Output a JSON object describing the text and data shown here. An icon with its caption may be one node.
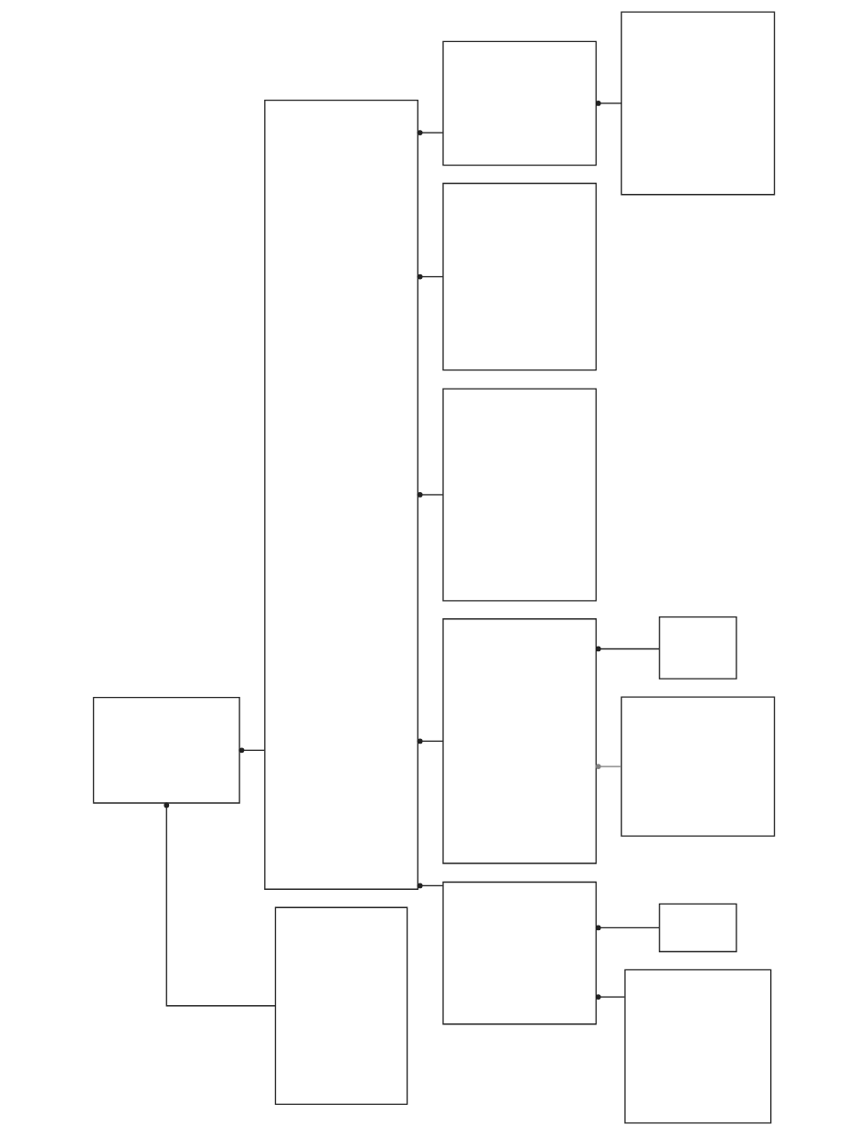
{
  "diagram": {
    "nodes": [
      {
        "text": [],
        "shape": "box"
      },
      {
        "text": [],
        "shape": "box"
      },
      {
        "text": [],
        "shape": "box"
      },
      {
        "text": [],
        "shape": "box"
      },
      {
        "text": [],
        "shape": "box"
      },
      {
        "text": [],
        "shape": "box"
      },
      {
        "text": [],
        "shape": "box"
      },
      {
        "text": [],
        "shape": "box"
      },
      {
        "text": [],
        "shape": "box"
      },
      {
        "text": [],
        "shape": "box"
      },
      {
        "text": [],
        "shape": "box"
      },
      {
        "text": [],
        "shape": "box"
      },
      {
        "text": [],
        "shape": "box"
      }
    ],
    "edges": [
      {
        "from": 0,
        "to": 1,
        "arrow": "other"
      },
      {
        "from": 0,
        "to": 3,
        "arrow": "other"
      },
      {
        "from": 1,
        "to": 2,
        "arrow": "other"
      },
      {
        "from": 1,
        "to": 5,
        "arrow": "other"
      },
      {
        "from": 1,
        "to": 6,
        "arrow": "other"
      },
      {
        "from": 1,
        "to": 7,
        "arrow": "other"
      },
      {
        "from": 1,
        "to": 9,
        "arrow": "other"
      },
      {
        "from": 2,
        "to": 4,
        "arrow": "other"
      },
      {
        "from": 7,
        "to": 8,
        "arrow": "other"
      },
      {
        "from": 7,
        "to": 10,
        "arrow": "other",
        "color": "#808080"
      },
      {
        "from": 9,
        "to": 11,
        "arrow": "other"
      },
      {
        "from": 9,
        "to": 12,
        "arrow": "other"
      }
    ]
  }
}
